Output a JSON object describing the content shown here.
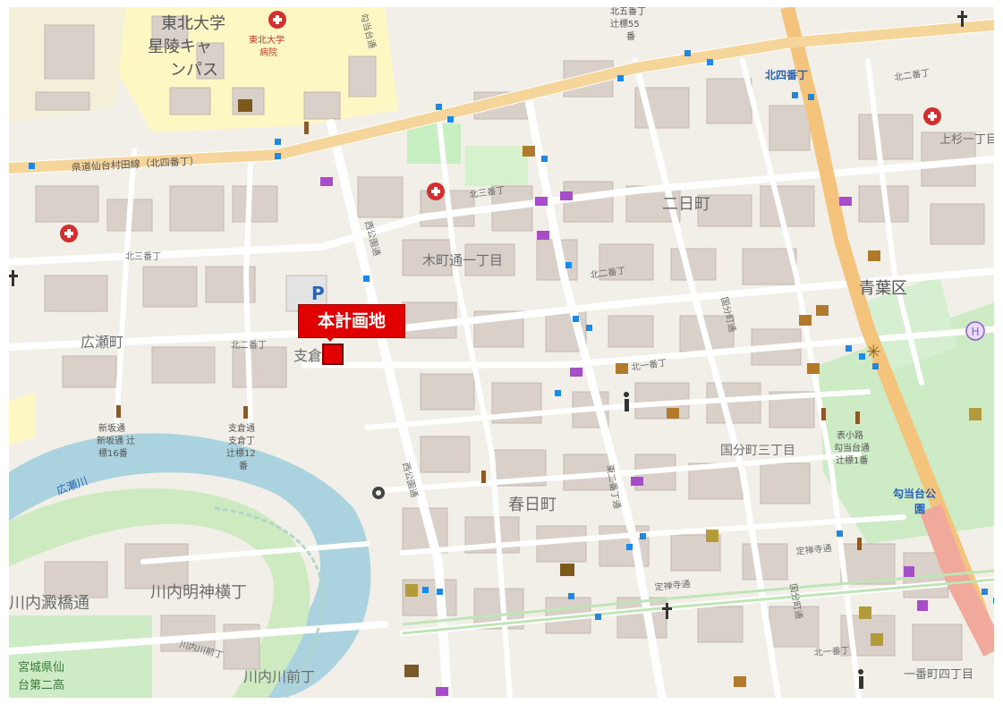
{
  "map": {
    "project_label": "本計画地",
    "districts": {
      "tohoku_univ": "東北大学",
      "seiryo_campus_1": "星陵キャ",
      "seiryo_campus_2": "ンパス",
      "univ_hospital_1": "東北大学",
      "univ_hospital_2": "病院",
      "sanbancho": "二日町",
      "kimachi": "木町通一丁目",
      "aoba_ku": "青葉区",
      "hirosemachi": "広瀬町",
      "shisoku": "支倉",
      "kasugamachi": "春日町",
      "kokubuncho": "国分町三丁目",
      "kawauchi_bridge": "川内澱橋通",
      "kawauchi_myojin": "川内明神横丁",
      "kawauchi_mae": "川内川前丁",
      "miyagi_school_1": "宮城県仙",
      "miyagi_school_2": "台第二高",
      "ichibancho": "一番町四丁目",
      "kamisugi": "上杉一丁目",
      "kitayonbancho": "北四番丁",
      "kotodai_park_1": "勾当台公",
      "kotodai_park_2": "園"
    },
    "roads": {
      "prefectural_road": "県道仙台村田線（北四番丁）",
      "kita3": "北三番丁",
      "kita2": "北二番丁",
      "kita1": "北一番丁",
      "kita2_left": "北二番丁",
      "kita3_left": "北三番丁",
      "nishi_koen": "西公園通",
      "nishi_koen_2": "西公園通",
      "jozenji": "定禅寺通",
      "kokubuncho_dori": "国分町通",
      "kita_ichibancho": "北一番丁",
      "hirose_river": "広瀬川",
      "higashi_nibancho": "東二番丁通",
      "kawauchi_mae_rd": "川内川前丁",
      "yoko_dori": "勾当台通"
    },
    "stops": {
      "shinzaka_1": "新坂通",
      "shinzaka_2": "新坂通 辻",
      "shinzaka_3": "標16番",
      "shisoku_tsuji_1": "支倉通",
      "shisoku_tsuji_2": "支倉丁",
      "shisoku_tsuji_3": "辻標12",
      "shisoku_tsuji_4": "番",
      "kitagobancho_1": "北五番丁",
      "kitagobancho_2": "辻標55",
      "kitagobancho_3": "番",
      "omote_1": "表小路",
      "omote_2": "勾当台通",
      "omote_3": "辻標1番"
    },
    "markers": {
      "parking": "P",
      "hotel": "H"
    }
  }
}
